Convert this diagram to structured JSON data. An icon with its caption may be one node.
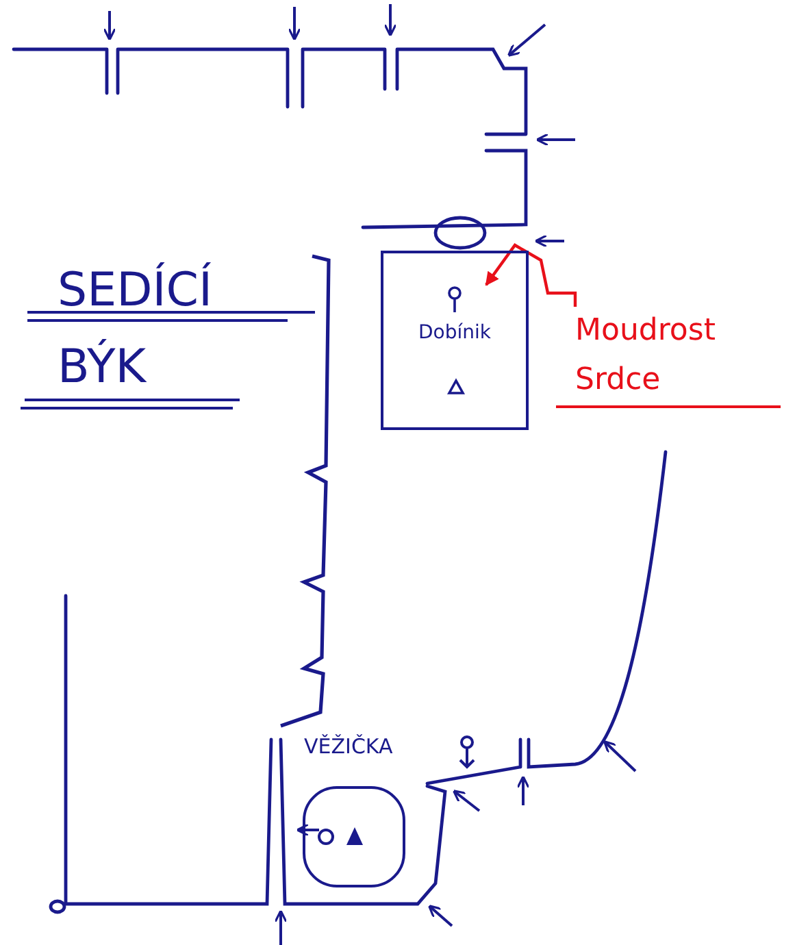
{
  "diagram": {
    "nodes": [
      {
        "text": [
          "Dobínik"
        ]
      },
      {
        "text": [
          "Moudrost Srdce"
        ]
      }
    ],
    "edges": [
      {
        "from": 1,
        "to": 0,
        "arrow": "to"
      }
    ],
    "labels": [
      "SEDÍCÍ",
      "BÝK",
      "VĚŽIČKA"
    ]
  }
}
